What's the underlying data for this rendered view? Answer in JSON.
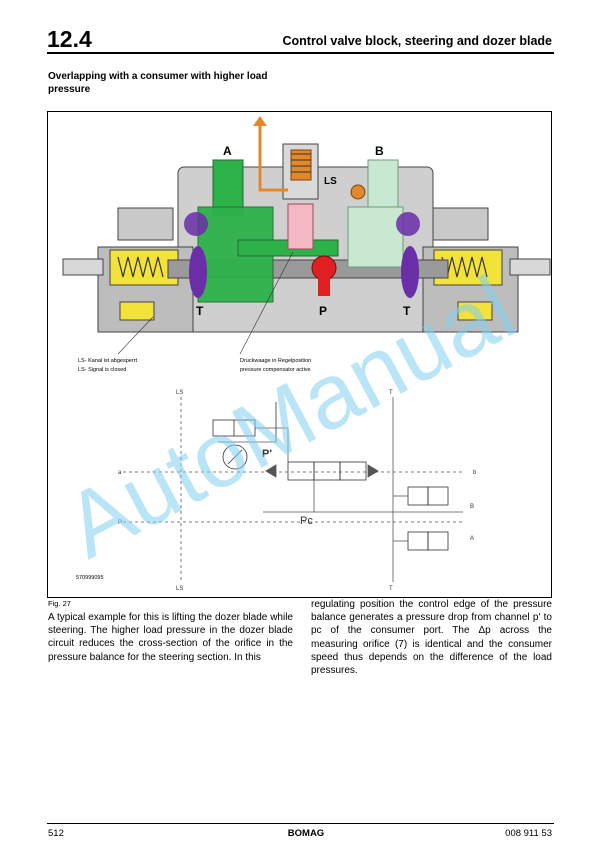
{
  "header": {
    "section_number": "12.4",
    "section_title": "Control valve block, steering and dozer blade"
  },
  "subheading": "Overlapping with a consumer with higher load pressure",
  "figure": {
    "caption": "Fig. 27",
    "image_id": "570999095",
    "port_labels": [
      "A",
      "B",
      "LS",
      "T",
      "P",
      "T"
    ],
    "callout_left_line1": "LS- Kanal ist abgesperrt",
    "callout_left_line2": "LS- Signal is closed",
    "callout_right_line1": "Druckwaage in Regelposition",
    "callout_right_line2": "pressure compensator active",
    "schematic_labels": {
      "ls_top": "LS",
      "ls_bottom": "LS",
      "t_top": "T",
      "t_bottom": "T",
      "a_left": "a",
      "b_right": "b",
      "p_left": "P",
      "p_prime": "P'",
      "pc": "Pc",
      "port_b": "B",
      "port_a": "A"
    }
  },
  "body_left": "A typical example for this is lifting the dozer blade while steering. The higher load pressure in the dozer blade circuit reduces the cross-section of the orifice in the pressure balance for the steering section. In this",
  "body_right": "regulating position the control edge of the pressure balance generates a pressure drop from channel p' to pc of the consumer port. The Δp across the measuring orifice (7) is identical and the consumer speed thus depends on the difference of the load pressures.",
  "watermark": "AutoManual",
  "footer": {
    "page_number": "512",
    "brand": "BOMAG",
    "doc_code": "008 911 53"
  },
  "colors": {
    "green": "#2db24a",
    "light_green": "#c9e8d2",
    "purple": "#6a2ea8",
    "red": "#e02020",
    "orange": "#e2882a",
    "yellow": "#f2e23a",
    "pink": "#f2b8c4",
    "gray_body": "#c9c9c9",
    "watermark": "#7fd0ee"
  }
}
